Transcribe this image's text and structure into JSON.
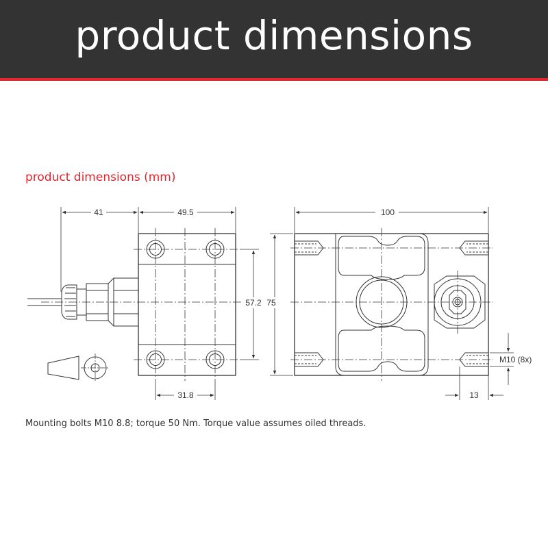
{
  "header": {
    "title": "product dimensions"
  },
  "section": {
    "title": "product dimensions (mm)"
  },
  "dimensions": {
    "cable_length": "41",
    "body_width": "49.5",
    "bolt_spacing_vertical": "57.2",
    "height": "75",
    "bolt_spacing_horizontal": "31.8",
    "length": "100",
    "thread": "M10 (8x)",
    "thread_offset": "13"
  },
  "footnote": "Mounting bolts M10 8.8; torque 50 Nm. Torque value assumes oiled threads.",
  "colors": {
    "header_bg": "#333333",
    "accent": "#e3262e",
    "line": "#333333"
  }
}
